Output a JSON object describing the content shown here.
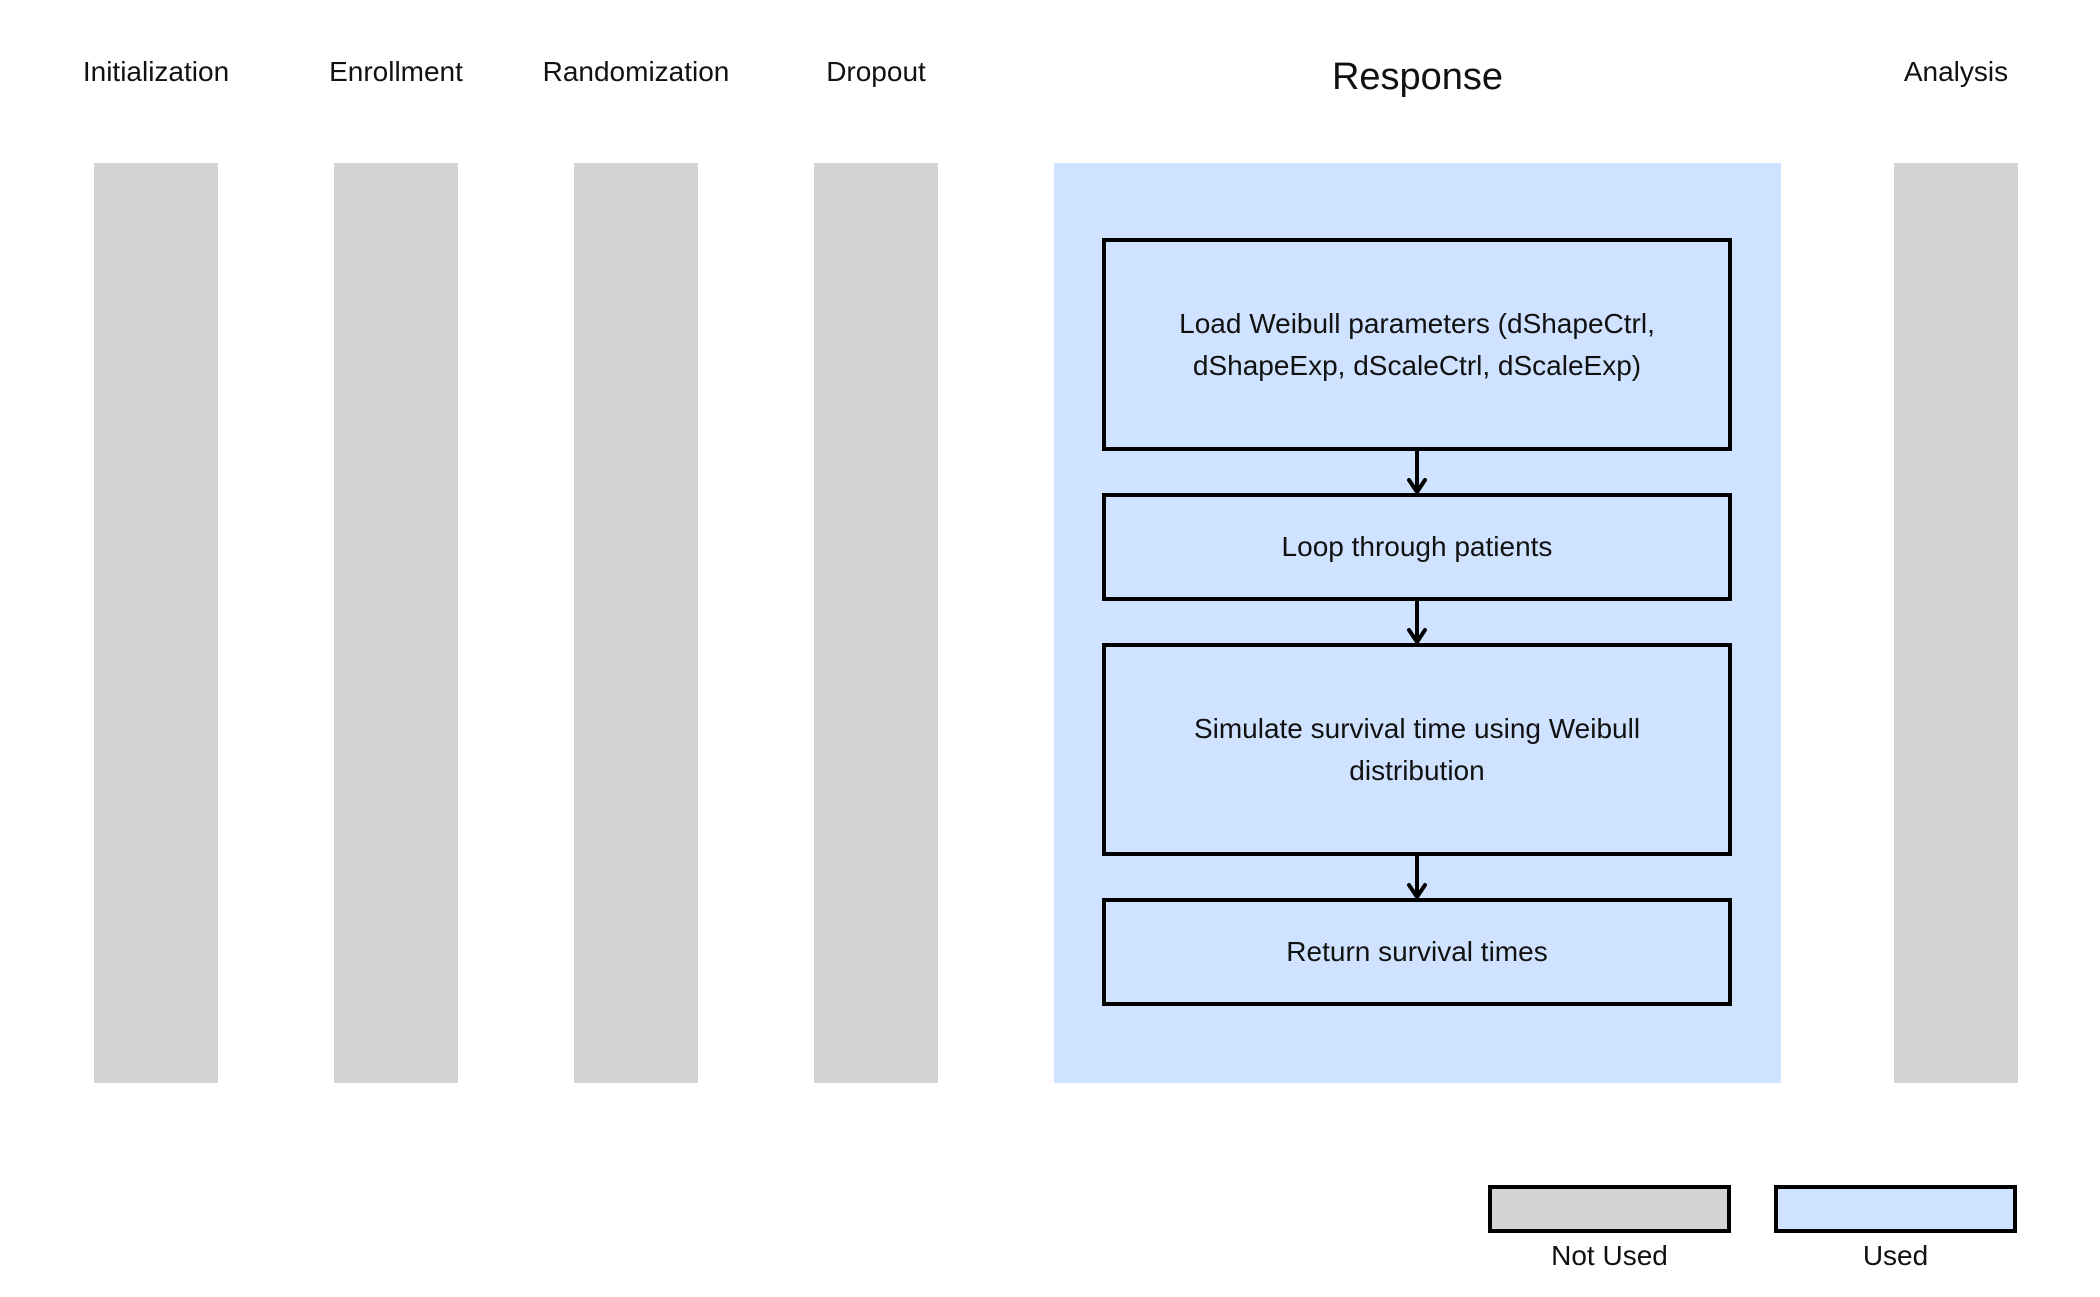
{
  "stages": [
    {
      "label": "Initialization",
      "used": false
    },
    {
      "label": "Enrollment",
      "used": false
    },
    {
      "label": "Randomization",
      "used": false
    },
    {
      "label": "Dropout",
      "used": false
    },
    {
      "label": "Response",
      "used": true
    },
    {
      "label": "Analysis",
      "used": false
    }
  ],
  "steps": [
    {
      "label": "Load Weibull parameters (dShapeCtrl, dShapeExp, dScaleCtrl, dScaleExp)"
    },
    {
      "label": "Loop through patients"
    },
    {
      "label": "Simulate survival time using Weibull distribution"
    },
    {
      "label": "Return survival times"
    }
  ],
  "legend": {
    "not_used": {
      "label": "Not Used",
      "color": "#d3d3d3"
    },
    "used": {
      "label": "Used",
      "color": "#cfe2ff"
    }
  },
  "colors": {
    "unused": "#d3d3d3",
    "used": "#cfe2ff",
    "border": "#000000"
  }
}
